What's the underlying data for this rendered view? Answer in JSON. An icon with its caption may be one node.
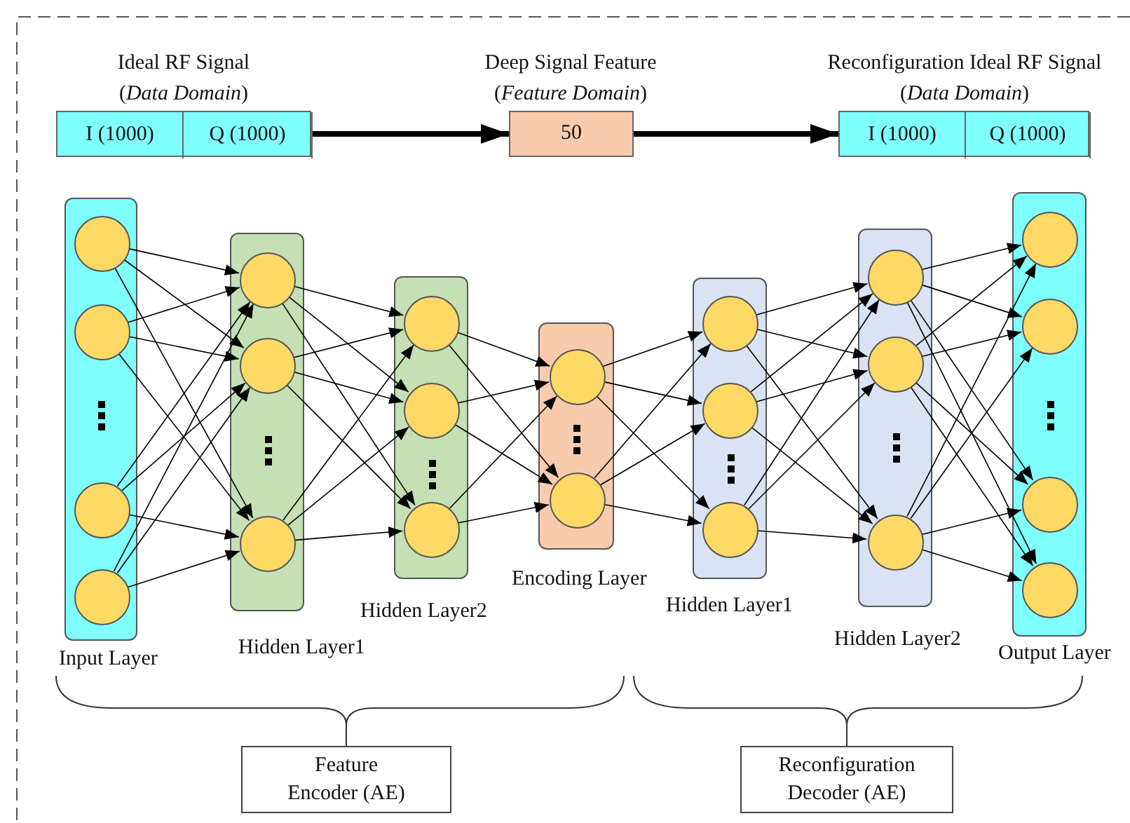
{
  "diagram": {
    "nodes": [
      {
        "text": [
          "Ideal RF Signal",
          "(*Data Domain*)"
        ]
      },
      {
        "text": [
          "I (1000)"
        ],
        "in": 0
      },
      {
        "text": [
          "Q (1000)"
        ],
        "in": 0
      },
      {
        "text": [
          "Deep Signal Feature",
          "(*Feature Domain*)",
          "50"
        ]
      },
      {
        "text": [
          "Reconfiguration Ideal RF Signal",
          "(*Data Domain*)"
        ]
      },
      {
        "text": [
          "I (1000)"
        ],
        "in": 4
      },
      {
        "text": [
          "Q (1000)"
        ],
        "in": 4
      },
      {
        "text": [
          "Input Layer"
        ]
      },
      {
        "text": [],
        "shape": "circle",
        "in": 7
      },
      {
        "text": [],
        "shape": "circle",
        "in": 7
      },
      {
        "text": [],
        "shape": "circle",
        "in": 7
      },
      {
        "text": [],
        "shape": "circle",
        "in": 7
      },
      {
        "text": [
          "Hidden Layer1"
        ]
      },
      {
        "text": [],
        "shape": "circle",
        "in": 12
      },
      {
        "text": [],
        "shape": "circle",
        "in": 12
      },
      {
        "text": [],
        "shape": "circle",
        "in": 12
      },
      {
        "text": [
          "Hidden Layer2"
        ]
      },
      {
        "text": [],
        "shape": "circle",
        "in": 16
      },
      {
        "text": [],
        "shape": "circle",
        "in": 16
      },
      {
        "text": [],
        "shape": "circle",
        "in": 16
      },
      {
        "text": [
          "Encoding Layer"
        ]
      },
      {
        "text": [],
        "shape": "circle",
        "in": 20
      },
      {
        "text": [],
        "shape": "circle",
        "in": 20
      },
      {
        "text": [
          "Hidden Layer1"
        ]
      },
      {
        "text": [],
        "shape": "circle",
        "in": 23
      },
      {
        "text": [],
        "shape": "circle",
        "in": 23
      },
      {
        "text": [],
        "shape": "circle",
        "in": 23
      },
      {
        "text": [
          "Hidden Layer2"
        ]
      },
      {
        "text": [],
        "shape": "circle",
        "in": 27
      },
      {
        "text": [],
        "shape": "circle",
        "in": 27
      },
      {
        "text": [],
        "shape": "circle",
        "in": 27
      },
      {
        "text": [
          "Output Layer"
        ]
      },
      {
        "text": [],
        "shape": "circle",
        "in": 31
      },
      {
        "text": [],
        "shape": "circle",
        "in": 31
      },
      {
        "text": [],
        "shape": "circle",
        "in": 31
      },
      {
        "text": [],
        "shape": "circle",
        "in": 31
      },
      {
        "text": [
          "Feature Encoder (AE)"
        ]
      },
      {
        "text": [
          "Reconfiguration Decoder (AE)"
        ]
      }
    ],
    "edges": [
      {
        "from": 2,
        "to": 3,
        "arrow": "to",
        "style": "thick"
      },
      {
        "from": 3,
        "to": 5,
        "arrow": "to",
        "style": "thick"
      },
      {
        "from": 8,
        "to": 13,
        "arrow": "to"
      },
      {
        "from": 8,
        "to": 14,
        "arrow": "to"
      },
      {
        "from": 8,
        "to": 15,
        "arrow": "to"
      },
      {
        "from": 9,
        "to": 13,
        "arrow": "to"
      },
      {
        "from": 9,
        "to": 14,
        "arrow": "to"
      },
      {
        "from": 9,
        "to": 15,
        "arrow": "to"
      },
      {
        "from": 10,
        "to": 13,
        "arrow": "to"
      },
      {
        "from": 10,
        "to": 14,
        "arrow": "to"
      },
      {
        "from": 10,
        "to": 15,
        "arrow": "to"
      },
      {
        "from": 11,
        "to": 13,
        "arrow": "to"
      },
      {
        "from": 11,
        "to": 14,
        "arrow": "to"
      },
      {
        "from": 11,
        "to": 15,
        "arrow": "to"
      },
      {
        "from": 13,
        "to": 17,
        "arrow": "to"
      },
      {
        "from": 13,
        "to": 18,
        "arrow": "to"
      },
      {
        "from": 13,
        "to": 19,
        "arrow": "to"
      },
      {
        "from": 14,
        "to": 17,
        "arrow": "to"
      },
      {
        "from": 14,
        "to": 18,
        "arrow": "to"
      },
      {
        "from": 14,
        "to": 19,
        "arrow": "to"
      },
      {
        "from": 15,
        "to": 17,
        "arrow": "to"
      },
      {
        "from": 15,
        "to": 18,
        "arrow": "to"
      },
      {
        "from": 15,
        "to": 19,
        "arrow": "to"
      },
      {
        "from": 17,
        "to": 21,
        "arrow": "to"
      },
      {
        "from": 17,
        "to": 22,
        "arrow": "to"
      },
      {
        "from": 18,
        "to": 21,
        "arrow": "to"
      },
      {
        "from": 18,
        "to": 22,
        "arrow": "to"
      },
      {
        "from": 19,
        "to": 21,
        "arrow": "to"
      },
      {
        "from": 19,
        "to": 22,
        "arrow": "to"
      },
      {
        "from": 21,
        "to": 24,
        "arrow": "to"
      },
      {
        "from": 21,
        "to": 25,
        "arrow": "to"
      },
      {
        "from": 21,
        "to": 26,
        "arrow": "to"
      },
      {
        "from": 22,
        "to": 24,
        "arrow": "to"
      },
      {
        "from": 22,
        "to": 25,
        "arrow": "to"
      },
      {
        "from": 22,
        "to": 26,
        "arrow": "to"
      },
      {
        "from": 24,
        "to": 28,
        "arrow": "to"
      },
      {
        "from": 24,
        "to": 29,
        "arrow": "to"
      },
      {
        "from": 24,
        "to": 30,
        "arrow": "to"
      },
      {
        "from": 25,
        "to": 28,
        "arrow": "to"
      },
      {
        "from": 25,
        "to": 29,
        "arrow": "to"
      },
      {
        "from": 25,
        "to": 30,
        "arrow": "to"
      },
      {
        "from": 26,
        "to": 28,
        "arrow": "to"
      },
      {
        "from": 26,
        "to": 29,
        "arrow": "to"
      },
      {
        "from": 26,
        "to": 30,
        "arrow": "to"
      },
      {
        "from": 28,
        "to": 32,
        "arrow": "to"
      },
      {
        "from": 28,
        "to": 33,
        "arrow": "to"
      },
      {
        "from": 28,
        "to": 34,
        "arrow": "to"
      },
      {
        "from": 28,
        "to": 35,
        "arrow": "to"
      },
      {
        "from": 29,
        "to": 32,
        "arrow": "to"
      },
      {
        "from": 29,
        "to": 33,
        "arrow": "to"
      },
      {
        "from": 29,
        "to": 34,
        "arrow": "to"
      },
      {
        "from": 29,
        "to": 35,
        "arrow": "to"
      },
      {
        "from": 30,
        "to": 32,
        "arrow": "to"
      },
      {
        "from": 30,
        "to": 33,
        "arrow": "to"
      },
      {
        "from": 30,
        "to": 34,
        "arrow": "to"
      },
      {
        "from": 30,
        "to": 35,
        "arrow": "to"
      }
    ]
  }
}
